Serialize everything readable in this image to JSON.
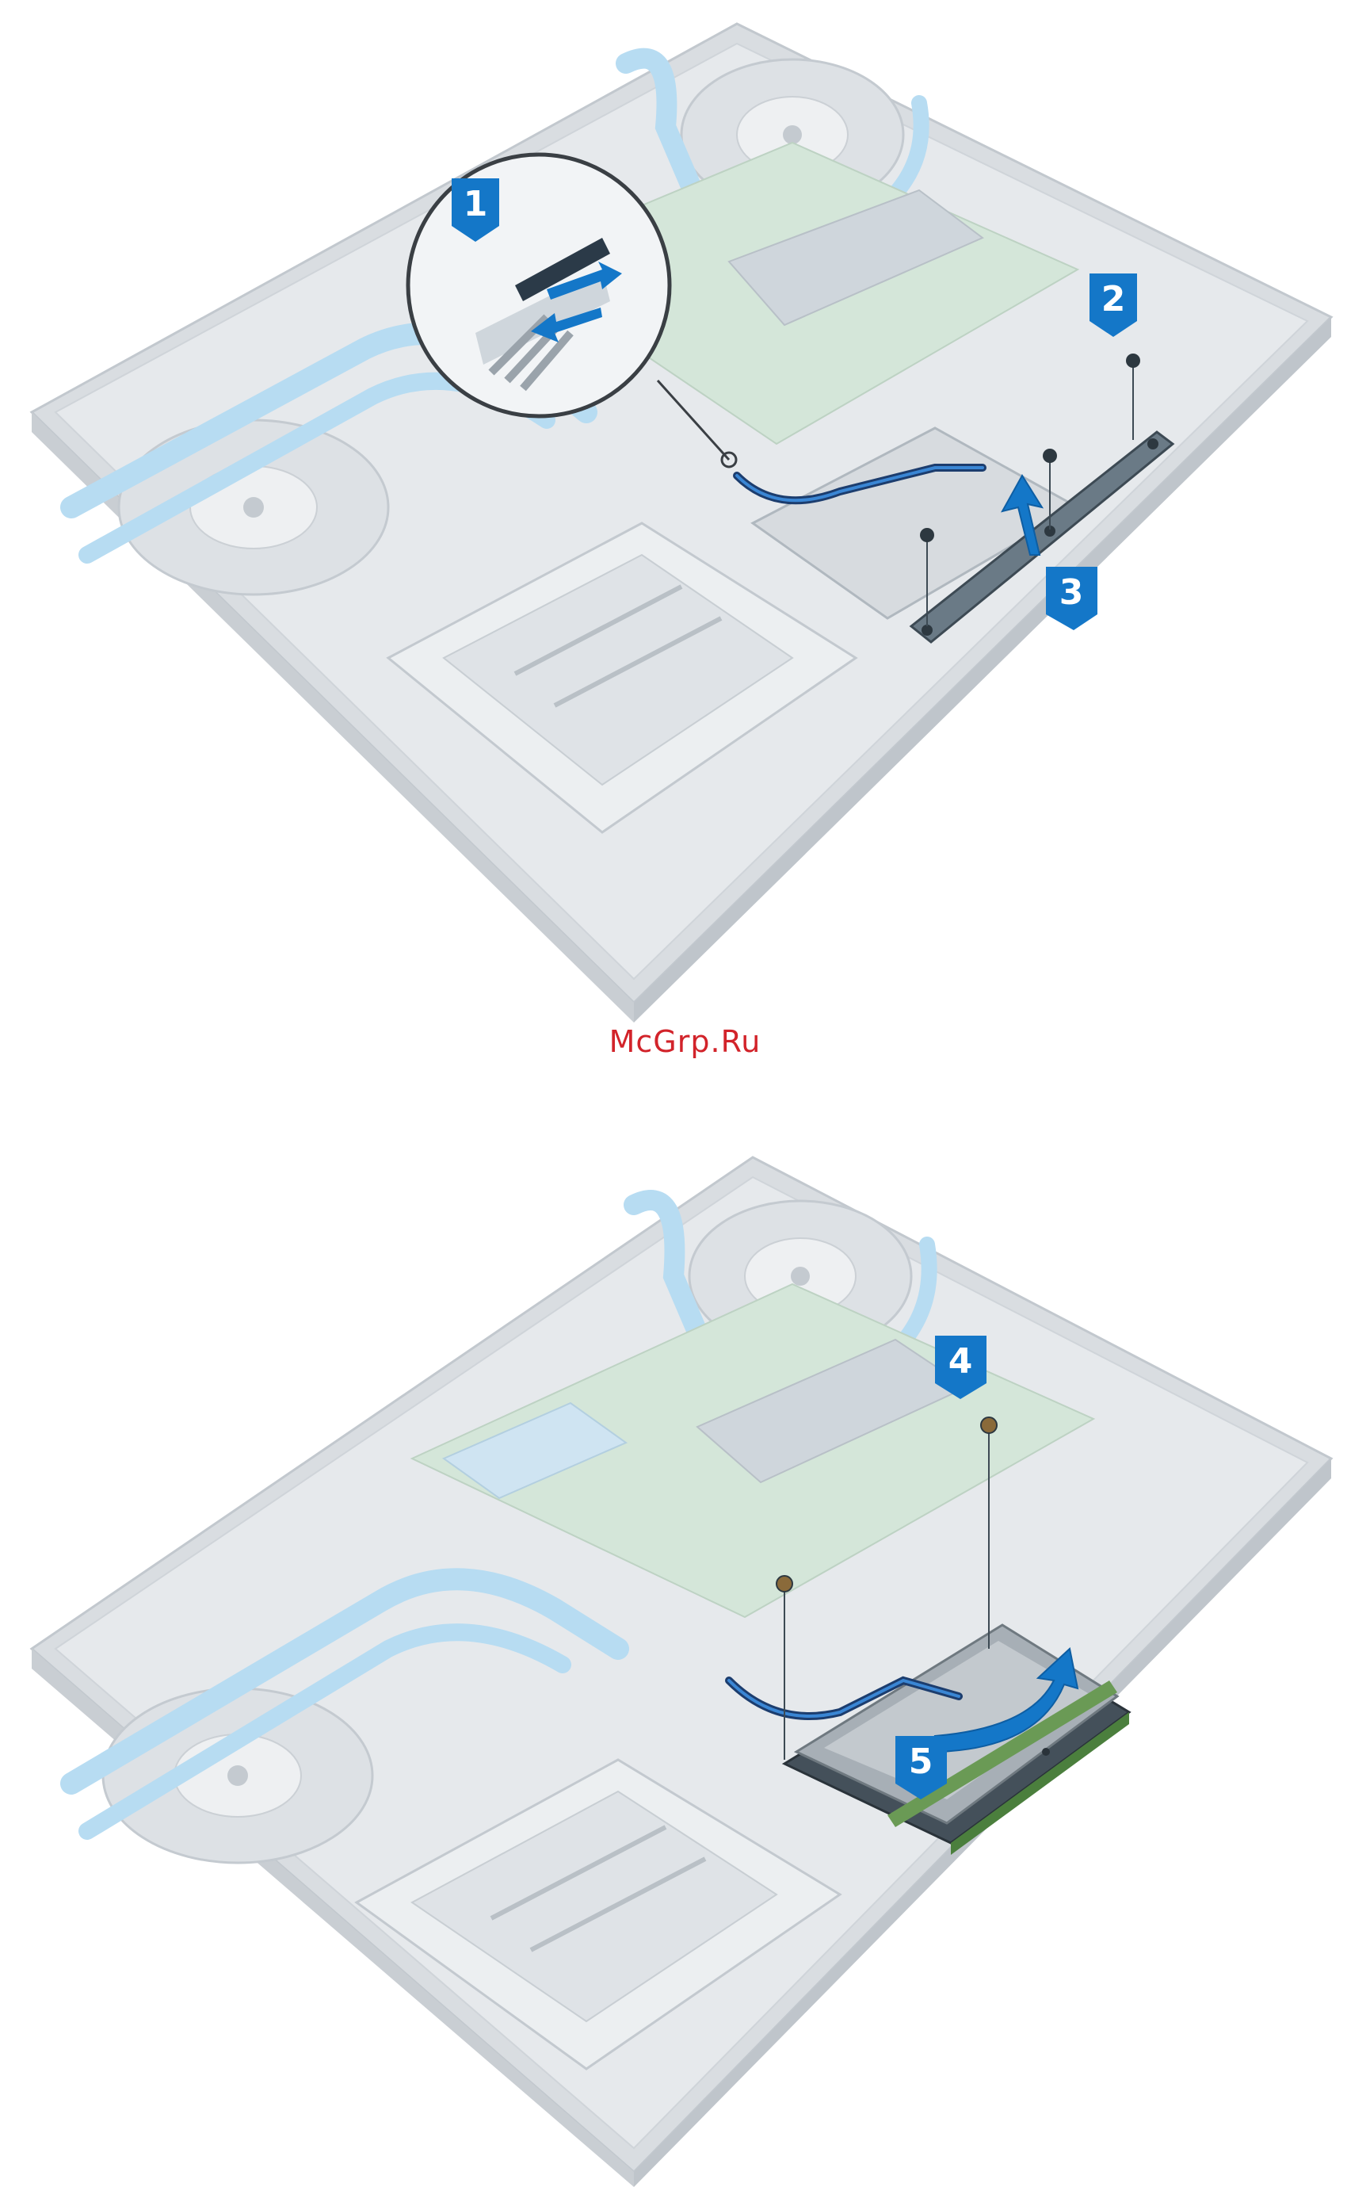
{
  "watermark": "McGrp.Ru",
  "colors": {
    "chassis": "#e4e7ea",
    "chassis_edge": "#c9ced3",
    "heatpipe": "#b7dcf2",
    "board": "#d4e6d9",
    "accent_blue": "#1477c8",
    "bracket": "#5b6b78"
  },
  "top_view": {
    "steps": [
      {
        "label": "1",
        "icon": "cable-release-arrows"
      },
      {
        "label": "2",
        "icon": "screw-icon"
      },
      {
        "label": "3",
        "icon": "lift-arrow"
      }
    ]
  },
  "bottom_view": {
    "steps": [
      {
        "label": "4",
        "icon": "screw-icon"
      },
      {
        "label": "5",
        "icon": "rotate-arrow"
      }
    ]
  }
}
